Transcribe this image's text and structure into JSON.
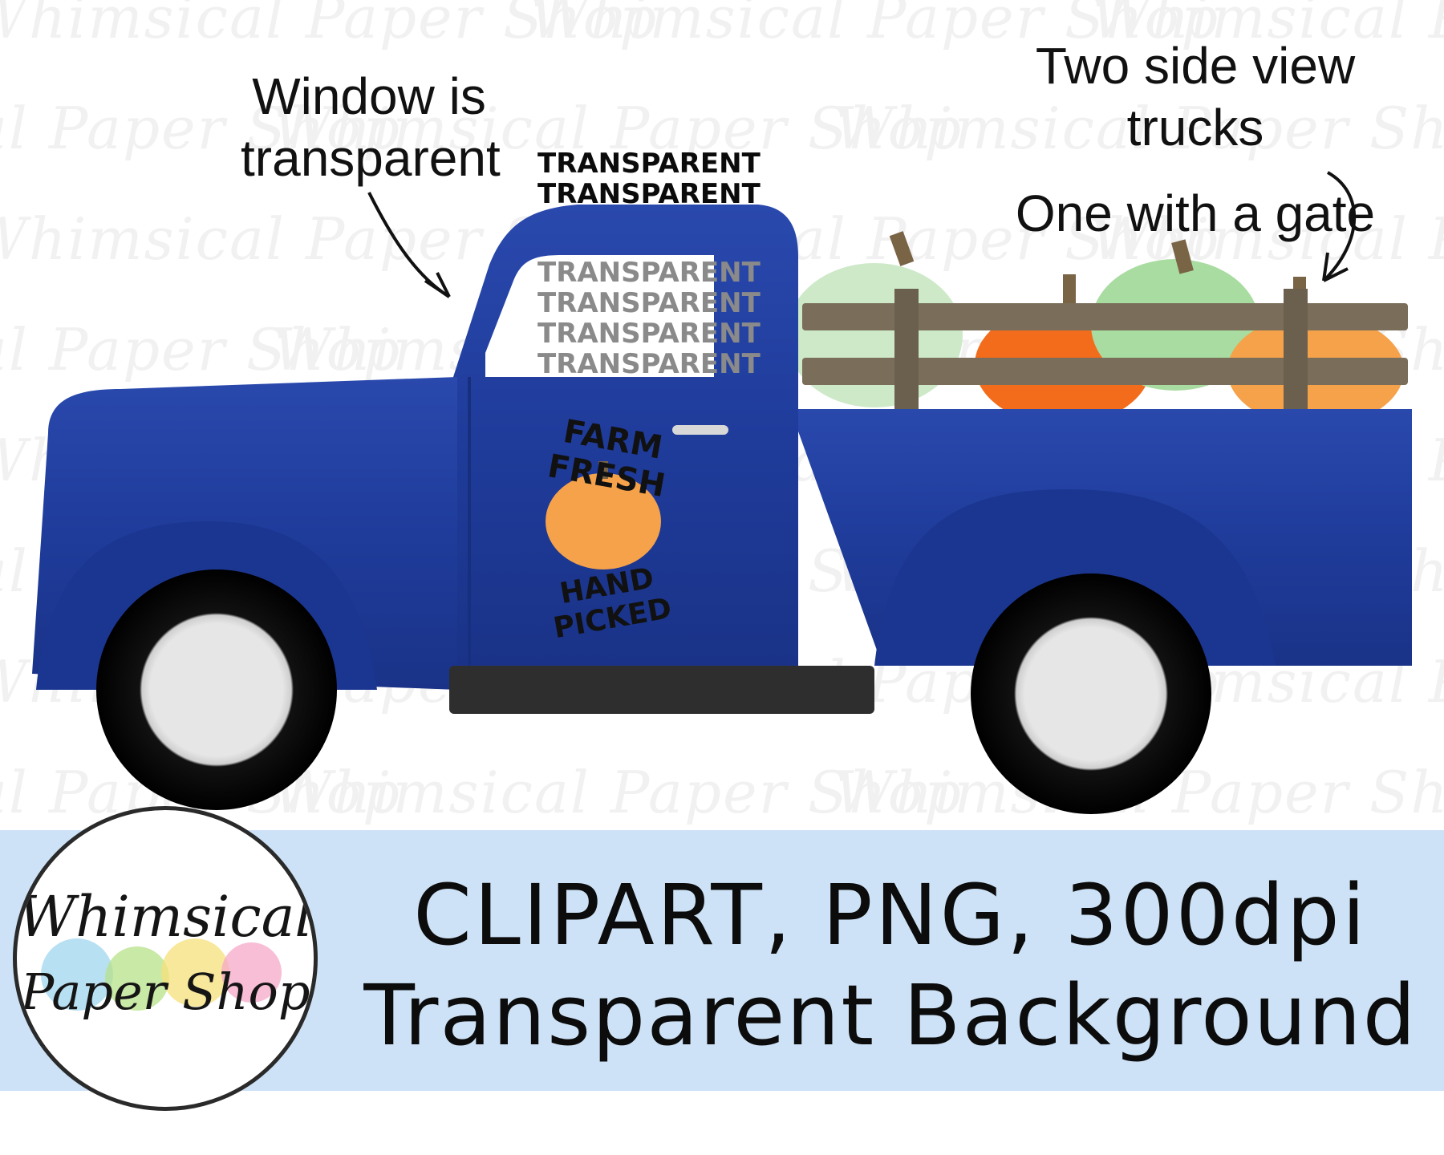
{
  "watermark": {
    "text": "Whimsical Paper Shop"
  },
  "annotations": {
    "window_note": "Window is transparent",
    "trucks_note_line1": "Two side view trucks",
    "trucks_note_line2": "One with a gate"
  },
  "window_label": [
    "TRANSPARENT",
    "TRANSPARENT",
    "TRANSPARENT",
    "TRANSPARENT",
    "TRANSPARENT",
    "TRANSPARENT"
  ],
  "door_badge": {
    "top": "FARM FRESH",
    "bottom": "HAND PICKED"
  },
  "banner": {
    "line1": "CLIPART, PNG, 300dpi",
    "line2": "Transparent Background"
  },
  "logo": {
    "line1": "Whimsical",
    "line2": "Paper Shop"
  },
  "colors": {
    "truck_blue": "#1f3c9b",
    "banner_bg": "#cde2f6",
    "pumpkin_orange": "#f36c1c",
    "pumpkin_light_orange": "#f5a24a",
    "pumpkin_green": "#a8dca0",
    "pumpkin_pale_green": "#cde9c8",
    "fence_brown": "#7a6e5a"
  }
}
